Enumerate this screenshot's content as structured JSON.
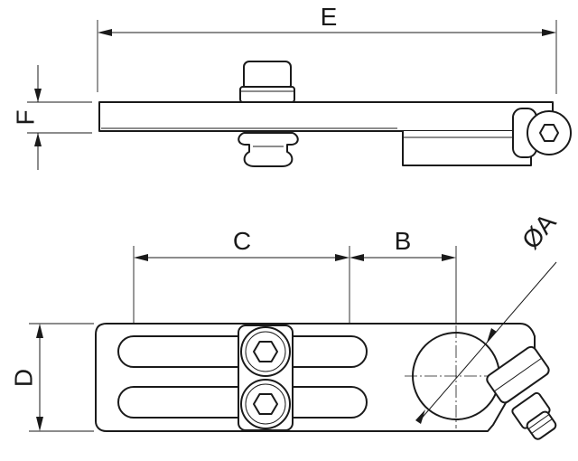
{
  "labels": {
    "e": "E",
    "f": "F",
    "c": "C",
    "b": "B",
    "a": "ØA",
    "d": "D"
  }
}
